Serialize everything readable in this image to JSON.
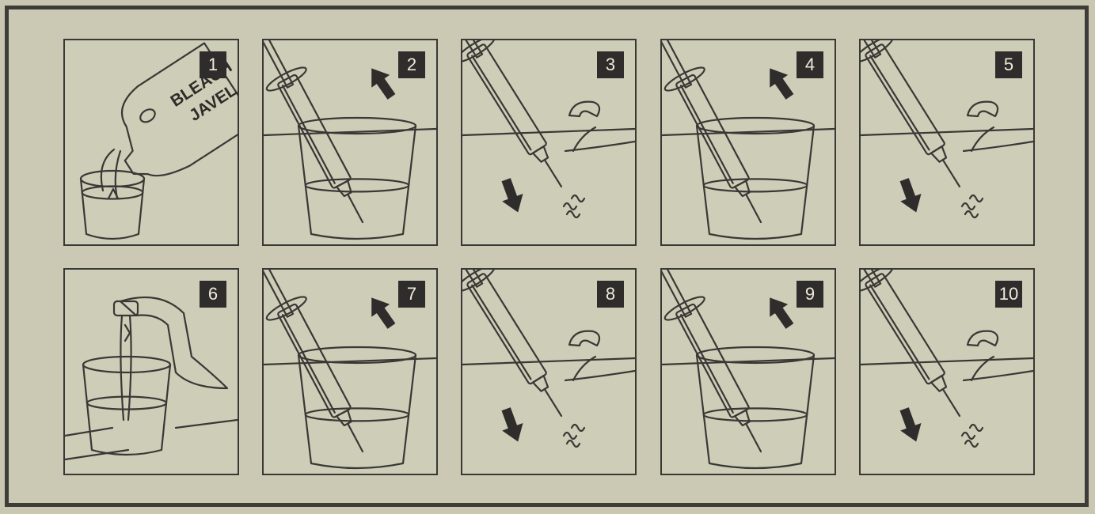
{
  "steps": [
    {
      "number": "1",
      "action": "pour-bleach"
    },
    {
      "number": "2",
      "action": "draw-up"
    },
    {
      "number": "3",
      "action": "squirt-out"
    },
    {
      "number": "4",
      "action": "draw-up"
    },
    {
      "number": "5",
      "action": "squirt-out"
    },
    {
      "number": "6",
      "action": "fill-water"
    },
    {
      "number": "7",
      "action": "draw-up"
    },
    {
      "number": "8",
      "action": "squirt-out"
    },
    {
      "number": "9",
      "action": "draw-up"
    },
    {
      "number": "10",
      "action": "squirt-out"
    }
  ],
  "bottle_label": {
    "line1": "BLEACH",
    "line2": "JAVEL"
  },
  "colors": {
    "background": "#cbc9b3",
    "ink": "#3a3835",
    "badge": "#2f2d2b"
  }
}
